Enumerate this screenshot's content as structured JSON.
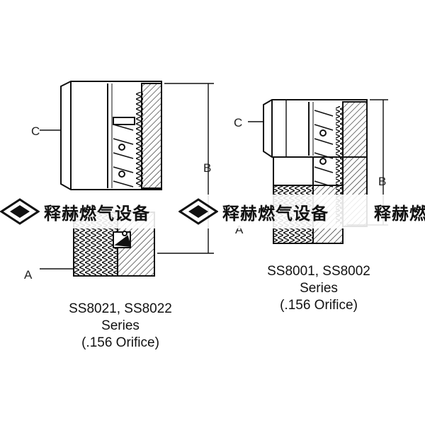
{
  "left_fitting": {
    "caption": [
      "SS8021, SS8022",
      "Series",
      "(.156 Orifice)"
    ],
    "dimension_labels": {
      "a": "A",
      "b": "B",
      "c": "C"
    }
  },
  "right_fitting": {
    "caption": [
      "SS8001, SS8002",
      "Series",
      "(.156 Orifice)"
    ],
    "dimension_labels": {
      "a": "A",
      "b": "B",
      "c": "C"
    }
  },
  "watermark": {
    "text": "释赫燃气设备",
    "repeat_count": 3,
    "color": "#111111"
  },
  "colors": {
    "line": "#111111",
    "background": "#ffffff"
  }
}
